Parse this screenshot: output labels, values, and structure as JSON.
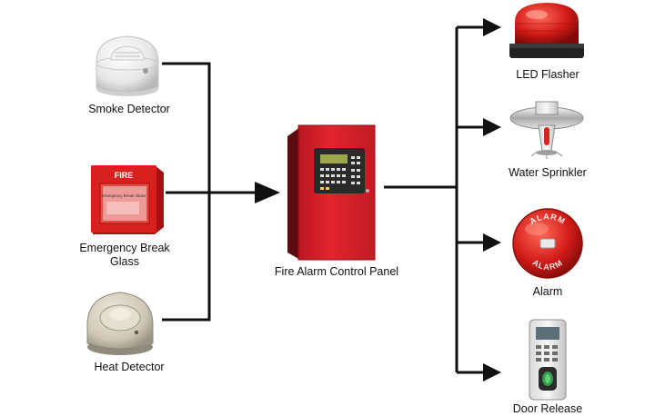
{
  "inputs": [
    {
      "label": "Smoke Detector",
      "icon": "smoke-detector-icon"
    },
    {
      "label_line1": "Emergency Break",
      "label_line2": "Glass",
      "icon": "break-glass-icon",
      "device_text": "FIRE",
      "device_subtext": "Emergency Break Glass"
    },
    {
      "label": "Heat Detector",
      "icon": "heat-detector-icon"
    }
  ],
  "panel": {
    "label": "Fire Alarm Control Panel",
    "icon": "control-panel-icon"
  },
  "outputs": [
    {
      "label": "LED Flasher",
      "icon": "led-flasher-icon"
    },
    {
      "label": "Water Sprinkler",
      "icon": "water-sprinkler-icon"
    },
    {
      "label": "Alarm",
      "icon": "alarm-bell-icon",
      "device_text": "ALARM"
    },
    {
      "label": "Door Release",
      "icon": "door-release-icon"
    }
  ],
  "colors": {
    "line": "#111111",
    "device_red": "#e02828",
    "panel_red": "#d8202a"
  }
}
